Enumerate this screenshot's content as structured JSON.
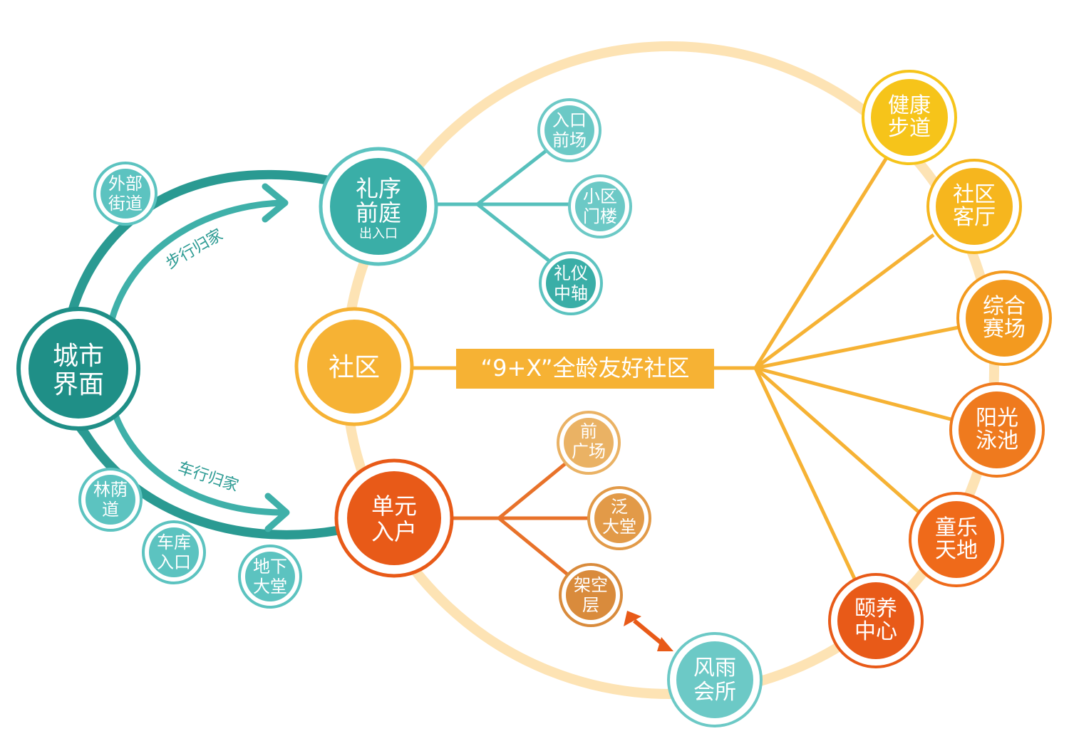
{
  "colors": {
    "teal_dark": "#1f9990",
    "teal_mid": "#3bb1aa",
    "teal_light": "#6cc9c6",
    "teal_ring": "#5cc3c0",
    "cream_ring": "#fde2b0",
    "amber": "#f6b234",
    "yellow": "#f6c41a",
    "orange": "#f39a1f",
    "orange_deep": "#ef7a1e",
    "red_orange": "#e85a18",
    "tan": "#e8a95a",
    "tan_dark": "#d98b3c"
  },
  "nodes": {
    "city": {
      "line1": "城市",
      "line2": "界面"
    },
    "entrance": {
      "line1": "礼序",
      "line2": "前庭",
      "sub": "出入口"
    },
    "community": {
      "line1": "社区"
    },
    "unit": {
      "line1": "单元",
      "line2": "入户"
    },
    "street": {
      "line1": "外部",
      "line2": "街道"
    },
    "tree_path": {
      "line1": "林荫",
      "line2": "道"
    },
    "garage": {
      "line1": "车库",
      "line2": "入口"
    },
    "underground": {
      "line1": "地下",
      "line2": "大堂"
    },
    "entry_plaza": {
      "line1": "入口",
      "line2": "前场"
    },
    "gate": {
      "line1": "小区",
      "line2": "门楼"
    },
    "axis": {
      "line1": "礼仪",
      "line2": "中轴"
    },
    "front_plaza": {
      "line1": "前",
      "line2": "广场"
    },
    "lobby": {
      "line1": "泛",
      "line2": "大堂"
    },
    "stilt": {
      "line1": "架空",
      "line2": "层"
    },
    "clubhouse": {
      "line1": "风雨",
      "line2": "会所"
    },
    "health": {
      "line1": "健康",
      "line2": "步道"
    },
    "lounge": {
      "line1": "社区",
      "line2": "客厅"
    },
    "arena": {
      "line1": "综合",
      "line2": "赛场"
    },
    "pool": {
      "line1": "阳光",
      "line2": "泳池"
    },
    "kids": {
      "line1": "童乐",
      "line2": "天地"
    },
    "care": {
      "line1": "颐养",
      "line2": "中心"
    }
  },
  "arcs": {
    "walk": "步行归家",
    "drive": "车行归家"
  },
  "banner": "“9+X”全龄友好社区"
}
